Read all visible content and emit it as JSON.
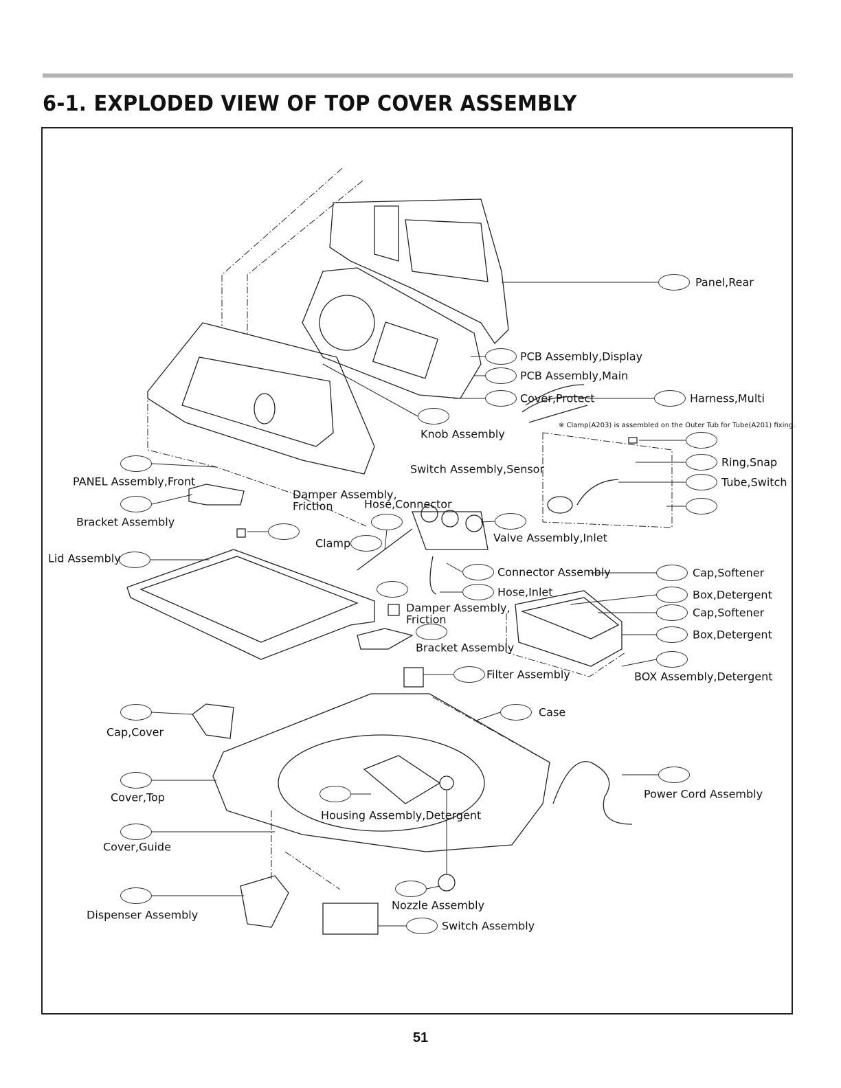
{
  "header": {
    "title": "6-1. EXPLODED VIEW OF TOP COVER ASSEMBLY"
  },
  "labels": {
    "panel_rear": "Panel,Rear",
    "pcb_display": "PCB Assembly,Display",
    "pcb_main": "PCB Assembly,Main",
    "cover_protect": "Cover,Protect",
    "harness_multi": "Harness,Multi",
    "clamp_note": "※ Clamp(A203) is assembled on the Outer Tub for Tube(A201) fixing.",
    "ring_snap": "Ring,Snap",
    "tube_switch": "Tube,Switch",
    "knob_assembly": "Knob Assembly",
    "switch_sensor": "Switch Assembly,Sensor",
    "panel_front": "PANEL Assembly,Front",
    "damper_friction_1a": "Damper Assembly,",
    "damper_friction_1b": "Friction",
    "hose_connector": "Hose,Connector",
    "bracket_assembly_1": "Bracket Assembly",
    "clamp": "Clamp",
    "valve_inlet": "Valve Assembly,Inlet",
    "lid_assembly": "Lid Assembly",
    "connector_assembly": "Connector Assembly",
    "hose_inlet": "Hose,Inlet",
    "cap_softener_1": "Cap,Softener",
    "box_detergent_1": "Box,Detergent",
    "cap_softener_2": "Cap,Softener",
    "box_detergent_2": "Box,Detergent",
    "box_assembly_detergent": "BOX Assembly,Detergent",
    "damper_friction_2a": "Damper Assembly,",
    "damper_friction_2b": "Friction",
    "bracket_assembly_2": "Bracket Assembly",
    "filter_assembly": "Filter Assembly",
    "case": "Case",
    "cap_cover": "Cap,Cover",
    "cover_top": "Cover,Top",
    "power_cord": "Power Cord Assembly",
    "housing_detergent": "Housing Assembly,Detergent",
    "cover_guide": "Cover,Guide",
    "nozzle_assembly": "Nozzle Assembly",
    "dispenser_assembly": "Dispenser Assembly",
    "switch_assembly": "Switch Assembly"
  },
  "footer": {
    "page_number": "51"
  }
}
